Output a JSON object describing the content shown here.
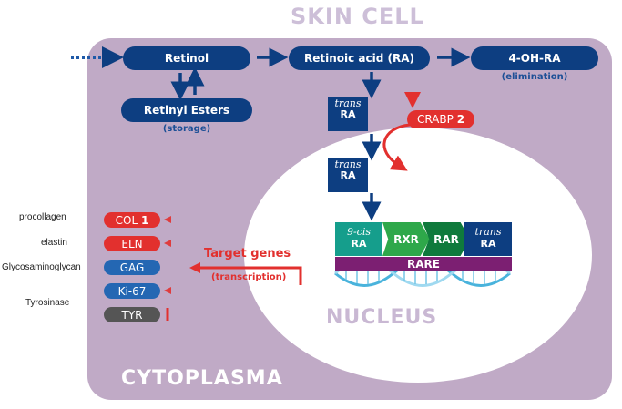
{
  "title": "SKIN CELL",
  "cytoplasma": "CYTOPLASMA",
  "nucleus": "NUCLEUS",
  "retinol": "Retinol",
  "retinoic_acid": "Retinoic acid (RA)",
  "oh_ra": "4-OH-RA",
  "elimination": "(elimination)",
  "retinyl_esters": "Retinyl Esters",
  "storage": "(storage)",
  "crabp": "CRABP",
  "crabp_num": "2",
  "trans_ra_1": {
    "italic": "trans",
    "bold": "RA"
  },
  "trans_ra_2": {
    "italic": "trans",
    "bold": "RA"
  },
  "receptor": {
    "cis": {
      "italic": "9-cis",
      "bold": "RA"
    },
    "rxr": "RXR",
    "rar": "RAR",
    "trans": {
      "italic": "trans",
      "bold": "RA"
    }
  },
  "rare": "RARE",
  "target_genes": "Target genes",
  "transcription": "(transcription)",
  "genes": [
    {
      "name": "COL",
      "num": "1",
      "label": "procollagen",
      "color": "#e2302e"
    },
    {
      "name": "ELN",
      "num": "",
      "label": "elastin",
      "color": "#e2302e"
    },
    {
      "name": "GAG",
      "num": "",
      "label": "Glycosaminoglycan",
      "color": "#2467b3"
    },
    {
      "name": "Ki-67",
      "num": "",
      "label": "",
      "color": "#2467b3"
    },
    {
      "name": "TYR",
      "num": "",
      "label": "Tyrosinase",
      "color": "#555555"
    }
  ],
  "colors": {
    "navy": "#0d3e81",
    "red": "#e2302e",
    "cell": "#c0aac6",
    "green_light": "#2ea84a",
    "green_dark": "#0f7a3c",
    "teal": "#159e8c",
    "purple": "#7c1f72"
  }
}
